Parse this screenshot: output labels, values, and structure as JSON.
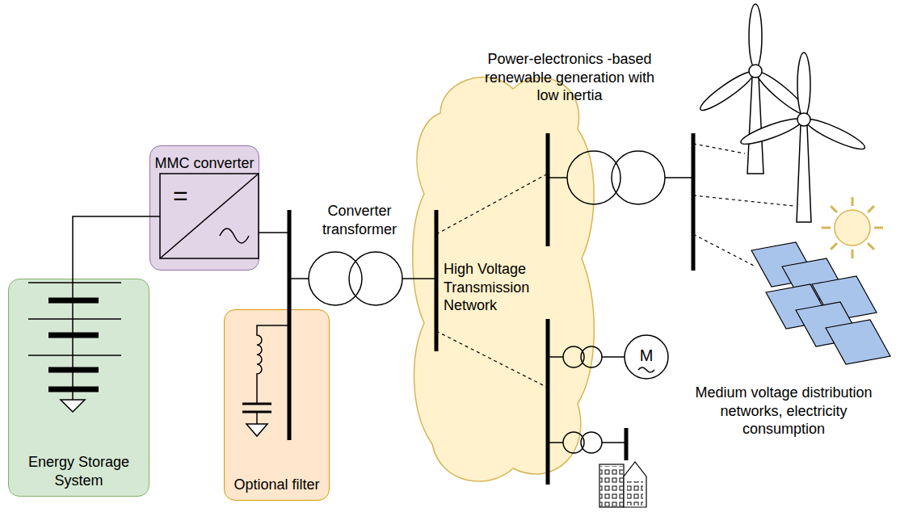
{
  "diagram": {
    "nodes": [
      {
        "text": [
          "MMC converter"
        ]
      },
      {
        "text": [
          "Energy Storage System"
        ]
      },
      {
        "text": [
          "Optional filter"
        ]
      },
      {
        "text": [
          "High Voltage Transmission Network"
        ]
      }
    ],
    "edges": [
      {
        "from": 1,
        "to": 0,
        "arrow": "none"
      }
    ],
    "labels": [
      "=",
      "Converter transformer",
      "Power-electronics -based renewable generation with low inertia",
      "M",
      "Medium voltage distribution networks, electricity consumption"
    ]
  }
}
